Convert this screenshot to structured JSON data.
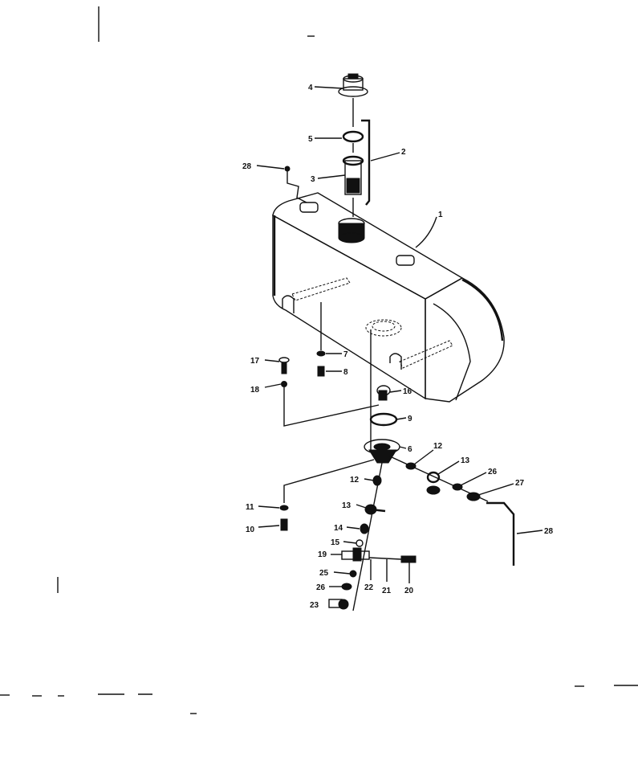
{
  "diagram": {
    "type": "exploded-parts-diagram",
    "callouts": [
      {
        "id": "c4",
        "label": "4"
      },
      {
        "id": "c5",
        "label": "5"
      },
      {
        "id": "c2",
        "label": "2"
      },
      {
        "id": "c3",
        "label": "3"
      },
      {
        "id": "c28a",
        "label": "28"
      },
      {
        "id": "c1",
        "label": "1"
      },
      {
        "id": "c7",
        "label": "7"
      },
      {
        "id": "c8",
        "label": "8"
      },
      {
        "id": "c17",
        "label": "17"
      },
      {
        "id": "c18",
        "label": "18"
      },
      {
        "id": "c16",
        "label": "16"
      },
      {
        "id": "c9",
        "label": "9"
      },
      {
        "id": "c6",
        "label": "6"
      },
      {
        "id": "c12a",
        "label": "12"
      },
      {
        "id": "c13a",
        "label": "13"
      },
      {
        "id": "c26a",
        "label": "26"
      },
      {
        "id": "c27",
        "label": "27"
      },
      {
        "id": "c28b",
        "label": "28"
      },
      {
        "id": "c12b",
        "label": "12"
      },
      {
        "id": "c11",
        "label": "11"
      },
      {
        "id": "c13b",
        "label": "13"
      },
      {
        "id": "c10",
        "label": "10"
      },
      {
        "id": "c14",
        "label": "14"
      },
      {
        "id": "c15",
        "label": "15"
      },
      {
        "id": "c19",
        "label": "19"
      },
      {
        "id": "c25",
        "label": "25"
      },
      {
        "id": "c26b",
        "label": "26"
      },
      {
        "id": "c22",
        "label": "22"
      },
      {
        "id": "c21",
        "label": "21"
      },
      {
        "id": "c20",
        "label": "20"
      },
      {
        "id": "c23",
        "label": "23"
      }
    ]
  }
}
